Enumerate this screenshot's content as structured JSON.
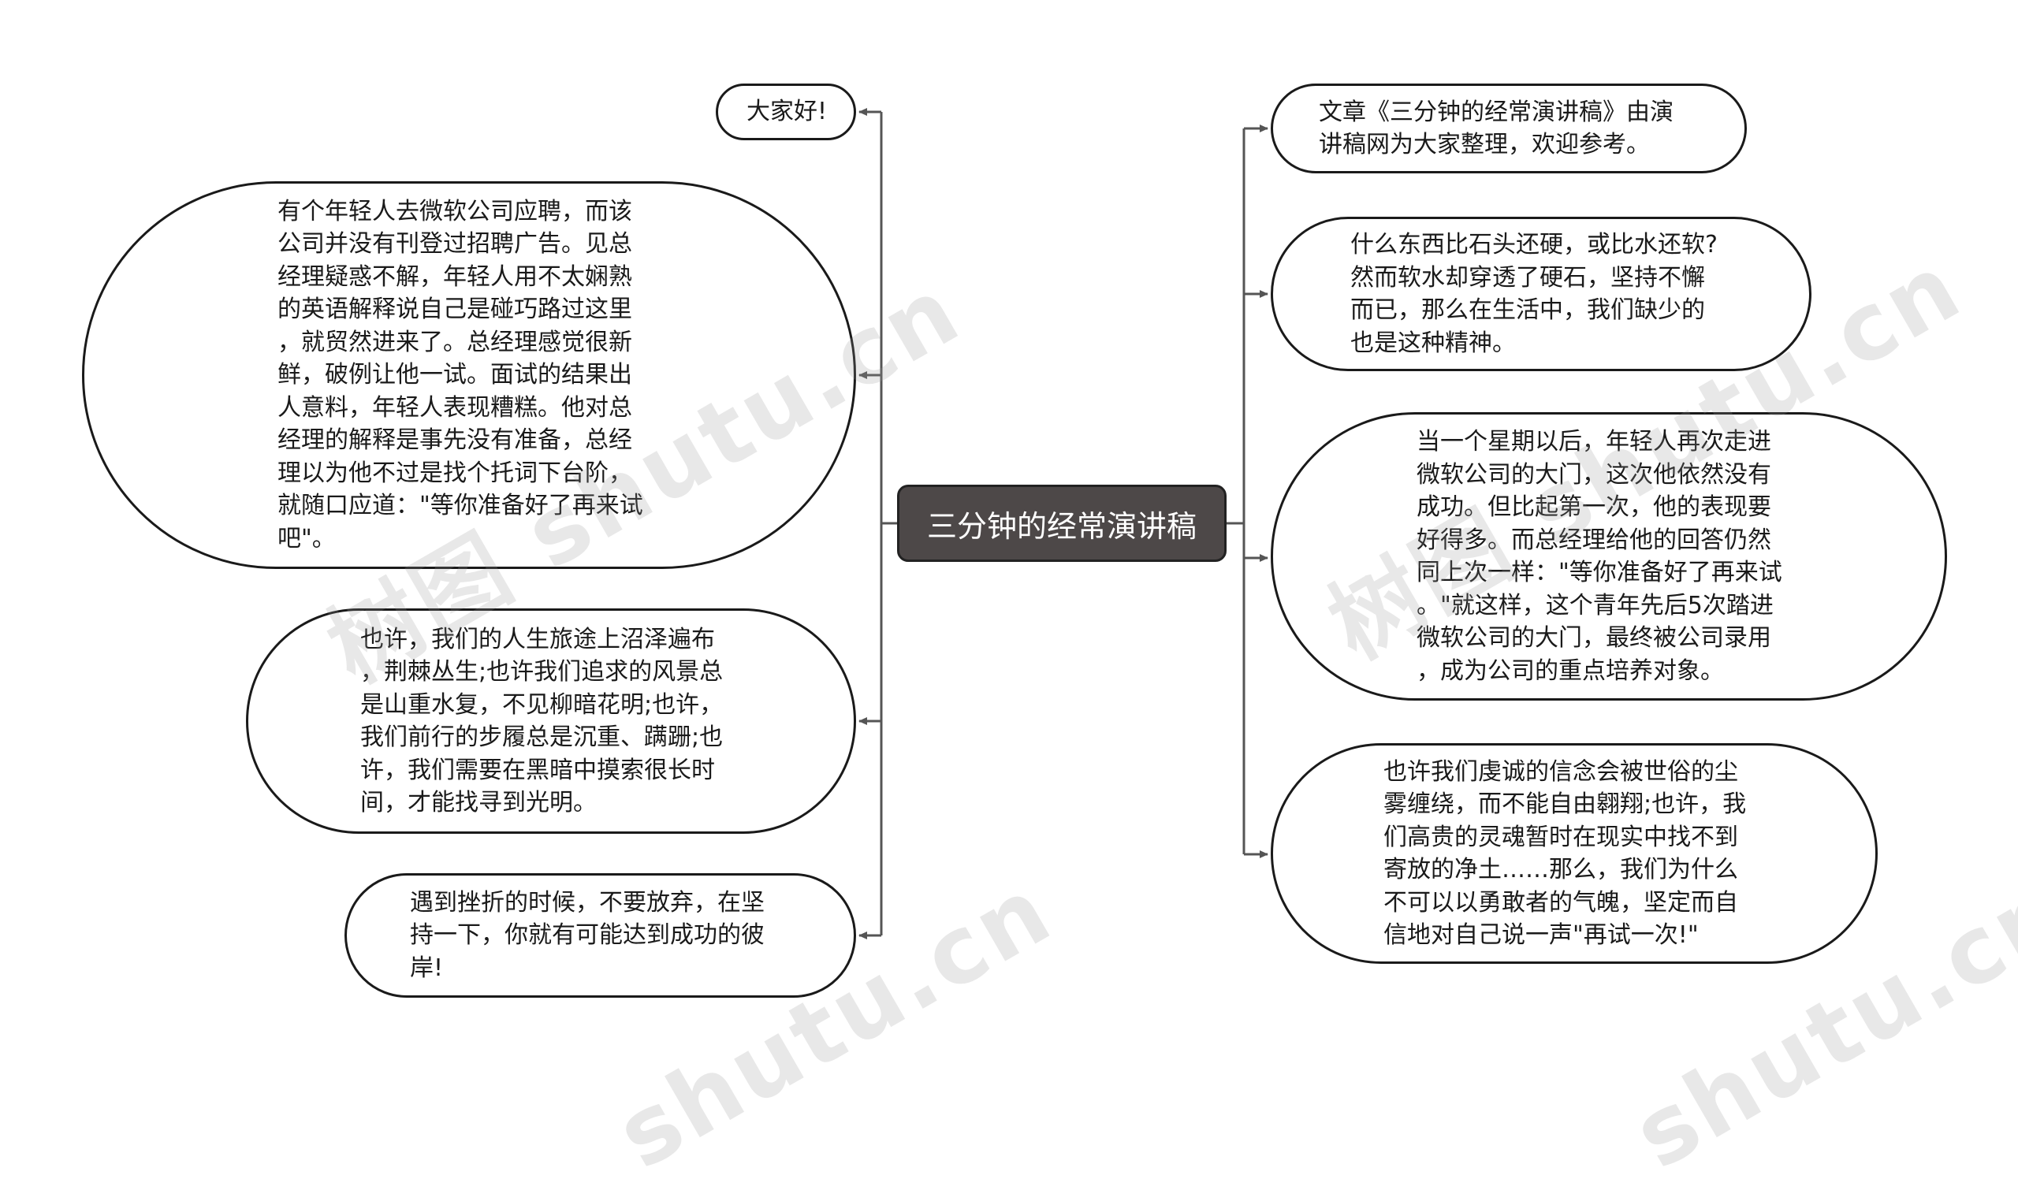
{
  "root": {
    "title": "三分钟的经常演讲稿"
  },
  "left_nodes": [
    {
      "text": "大家好!"
    },
    {
      "text": "有个年轻人去微软公司应聘，而该\n公司并没有刊登过招聘广告。见总\n经理疑惑不解，年轻人用不太娴熟\n的英语解释说自己是碰巧路过这里\n，就贸然进来了。总经理感觉很新\n鲜，破例让他一试。面试的结果出\n人意料，年轻人表现糟糕。他对总\n经理的解释是事先没有准备，总经\n理以为他不过是找个托词下台阶，\n就随口应道：\"等你准备好了再来试\n吧\"。"
    },
    {
      "text": "也许，我们的人生旅途上沼泽遍布\n，荆棘丛生;也许我们追求的风景总\n是山重水复，不见柳暗花明;也许，\n我们前行的步履总是沉重、蹒跚;也\n许，我们需要在黑暗中摸索很长时\n间，才能找寻到光明。"
    },
    {
      "text": "遇到挫折的时候，不要放弃，在坚\n持一下，你就有可能达到成功的彼\n岸!"
    }
  ],
  "right_nodes": [
    {
      "text": "文章《三分钟的经常演讲稿》由演\n讲稿网为大家整理，欢迎参考。"
    },
    {
      "text": "什么东西比石头还硬，或比水还软?\n然而软水却穿透了硬石，坚持不懈\n而已，那么在生活中，我们缺少的\n也是这种精神。"
    },
    {
      "text": "当一个星期以后，年轻人再次走进\n微软公司的大门，这次他依然没有\n成功。但比起第一次，他的表现要\n好得多。而总经理给他的回答仍然\n同上次一样：\"等你准备好了再来试\n。\"就这样，这个青年先后5次踏进\n微软公司的大门，最终被公司录用\n，成为公司的重点培养对象。"
    },
    {
      "text": "也许我们虔诚的信念会被世俗的尘\n雾缠绕，而不能自由翱翔;也许，我\n们高贵的灵魂暂时在现实中找不到\n寄放的净土……那么，我们为什么\n不可以以勇敢者的气魄，坚定而自\n信地对自己说一声\"再试一次!\""
    }
  ],
  "watermarks": [
    "树图 shutu.cn",
    "树图 shutu.cn",
    "shutu.cn",
    "shutu.cn"
  ],
  "colors": {
    "root_fill": "#4d4848",
    "line": "#555555",
    "node_border": "#1a1a1a"
  }
}
